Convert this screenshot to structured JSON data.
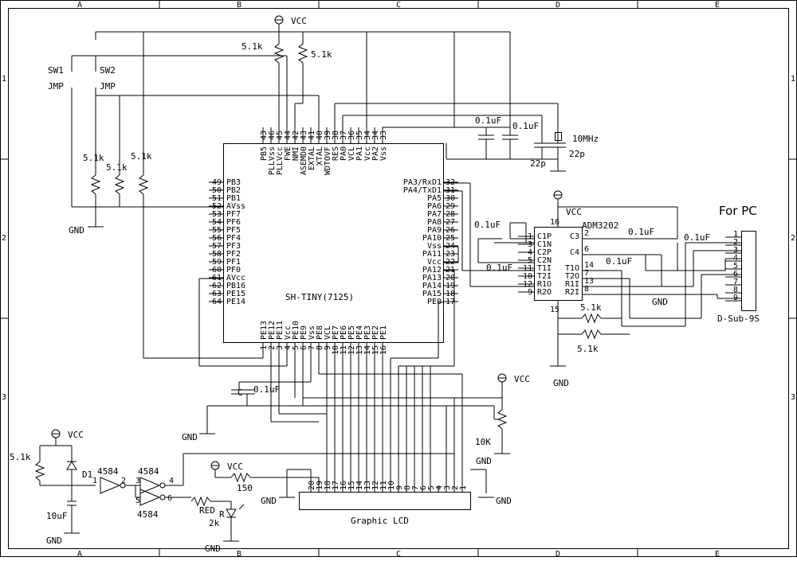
{
  "border": {
    "cols": [
      "A",
      "B",
      "C",
      "D",
      "E"
    ],
    "rows": [
      "1",
      "2",
      "3"
    ]
  },
  "power": {
    "vcc": "VCC",
    "gnd": "GND"
  },
  "mcu": {
    "name": "SH-TINY(7125)",
    "top": [
      {
        "name": "PB5",
        "num": "43"
      },
      {
        "name": "PLLVss",
        "num": "46"
      },
      {
        "name": "PLLVcc",
        "num": "45"
      },
      {
        "name": "FWE",
        "num": "44"
      },
      {
        "name": "NMI",
        "num": "42"
      },
      {
        "name": "ASEMD0",
        "num": "43"
      },
      {
        "name": "EXTAL",
        "num": "41"
      },
      {
        "name": "XTAL",
        "num": "40"
      },
      {
        "name": "WDTOVF",
        "num": "39"
      },
      {
        "name": "RES",
        "num": "38"
      },
      {
        "name": "PA0",
        "num": "37"
      },
      {
        "name": "VCL",
        "num": "36"
      },
      {
        "name": "PA1",
        "num": "35"
      },
      {
        "name": "Vcc",
        "num": "34"
      },
      {
        "name": "PA2",
        "num": "34"
      },
      {
        "name": "Vss",
        "num": "33"
      }
    ],
    "left": [
      {
        "name": "PB3",
        "num": "49"
      },
      {
        "name": "PB2",
        "num": "50"
      },
      {
        "name": "PB1",
        "num": "51"
      },
      {
        "name": "AVss",
        "num": "52"
      },
      {
        "name": "PF7",
        "num": "53"
      },
      {
        "name": "PF6",
        "num": "54"
      },
      {
        "name": "PF5",
        "num": "55"
      },
      {
        "name": "PF4",
        "num": "56"
      },
      {
        "name": "PF3",
        "num": "57"
      },
      {
        "name": "PF2",
        "num": "58"
      },
      {
        "name": "PF1",
        "num": "59"
      },
      {
        "name": "PF0",
        "num": "60"
      },
      {
        "name": "AVcc",
        "num": "61"
      },
      {
        "name": "PB16",
        "num": "62"
      },
      {
        "name": "PE15",
        "num": "63"
      },
      {
        "name": "PE14",
        "num": "64"
      }
    ],
    "right": [
      {
        "name": "PA3/RxD1",
        "num": "32"
      },
      {
        "name": "PA4/TxD1",
        "num": "31"
      },
      {
        "name": "PA5",
        "num": "30"
      },
      {
        "name": "PA6",
        "num": "29"
      },
      {
        "name": "PA7",
        "num": "28"
      },
      {
        "name": "PA8",
        "num": "27"
      },
      {
        "name": "PA9",
        "num": "26"
      },
      {
        "name": "PA10",
        "num": "25"
      },
      {
        "name": "Vss",
        "num": "24"
      },
      {
        "name": "PA11",
        "num": "23"
      },
      {
        "name": "Vcc",
        "num": "22"
      },
      {
        "name": "PA12",
        "num": "21"
      },
      {
        "name": "PA13",
        "num": "20"
      },
      {
        "name": "PA14",
        "num": "19"
      },
      {
        "name": "PA15",
        "num": "18"
      },
      {
        "name": "PE0",
        "num": "17"
      }
    ],
    "bottom": [
      {
        "name": "PE13",
        "num": "1"
      },
      {
        "name": "PE12",
        "num": "2"
      },
      {
        "name": "PE11",
        "num": "3"
      },
      {
        "name": "Vcc",
        "num": "4"
      },
      {
        "name": "PE10",
        "num": "5"
      },
      {
        "name": "PE9",
        "num": "6"
      },
      {
        "name": "Vss",
        "num": "7"
      },
      {
        "name": "PE8",
        "num": "8"
      },
      {
        "name": "VCL",
        "num": "9"
      },
      {
        "name": "PE7",
        "num": "10"
      },
      {
        "name": "PE6",
        "num": "11"
      },
      {
        "name": "PE5",
        "num": "12"
      },
      {
        "name": "PE4",
        "num": "13"
      },
      {
        "name": "PE3",
        "num": "14"
      },
      {
        "name": "PE2",
        "num": "15"
      },
      {
        "name": "PE1",
        "num": "16"
      }
    ]
  },
  "adm": {
    "name": "ADM3202",
    "left": [
      {
        "name": "C1P",
        "num": "1"
      },
      {
        "name": "C1N",
        "num": "3"
      },
      {
        "name": "C2P",
        "num": "4"
      },
      {
        "name": "C2N",
        "num": "5"
      },
      {
        "name": "T1I",
        "num": "11"
      },
      {
        "name": "T2I",
        "num": "10"
      },
      {
        "name": "R1O",
        "num": "12"
      },
      {
        "name": "R2O",
        "num": "9"
      }
    ],
    "right": [
      {
        "name": "C3",
        "num": "2"
      },
      {
        "name": "C4",
        "num": "6"
      },
      {
        "name": "T1O",
        "num": "14"
      },
      {
        "name": "T2O",
        "num": "7"
      },
      {
        "name": "R1I",
        "num": "13"
      },
      {
        "name": "R2I",
        "num": "8"
      }
    ],
    "vcc_pin": "16",
    "gnd_pin": "15"
  },
  "dsub": {
    "title": "For PC",
    "name": "D-Sub-9S",
    "pins": [
      "1",
      "2",
      "3",
      "4",
      "5",
      "6",
      "7",
      "8",
      "9"
    ]
  },
  "lcd": {
    "name": "Graphic LCD",
    "pins": [
      "20",
      "19",
      "18",
      "17",
      "16",
      "15",
      "14",
      "13",
      "12",
      "11",
      "10",
      "9",
      "8",
      "7",
      "6",
      "5",
      "4",
      "3",
      "2",
      "1"
    ]
  },
  "components": {
    "r_pullup_1": "5.1k",
    "r_pullup_2": "5.1k",
    "sw1": "SW1",
    "sw2": "SW2",
    "jmp1": "JMP",
    "jmp2": "JMP",
    "r_sw_a": "5.1k",
    "r_sw_b": "5.1k",
    "r_sw_c": "5.1k",
    "c_dec_1": "0.1uF",
    "c_dec_2": "0.1uF",
    "xtal": "10MHz",
    "c_xtal_1": "22p",
    "c_xtal_2": "22p",
    "c_adm_1": "0.1uF",
    "c_adm_2": "0.1uF",
    "c_adm_3": "0.1uF",
    "c_adm_4": "0.1uF",
    "c_adm_5": "0.1uF",
    "r_rx_1": "5.1k",
    "r_rx_2": "5.1k",
    "c_vcl_label": "C",
    "c_vcl": "0.1uF",
    "pot": "10K",
    "r_reset": "5.1k",
    "diode": "D1",
    "c_reset": "10uF",
    "gate_1": "4584",
    "gate_2": "4584",
    "gate_3": "4584",
    "g1_in": "1",
    "g1_out": "2",
    "g2_in": "3",
    "g2_out": "4",
    "g3_in": "5",
    "g3_out": "6",
    "r_backlight": "150",
    "led": "RED",
    "r_led_label": "R",
    "r_led": "2k"
  }
}
